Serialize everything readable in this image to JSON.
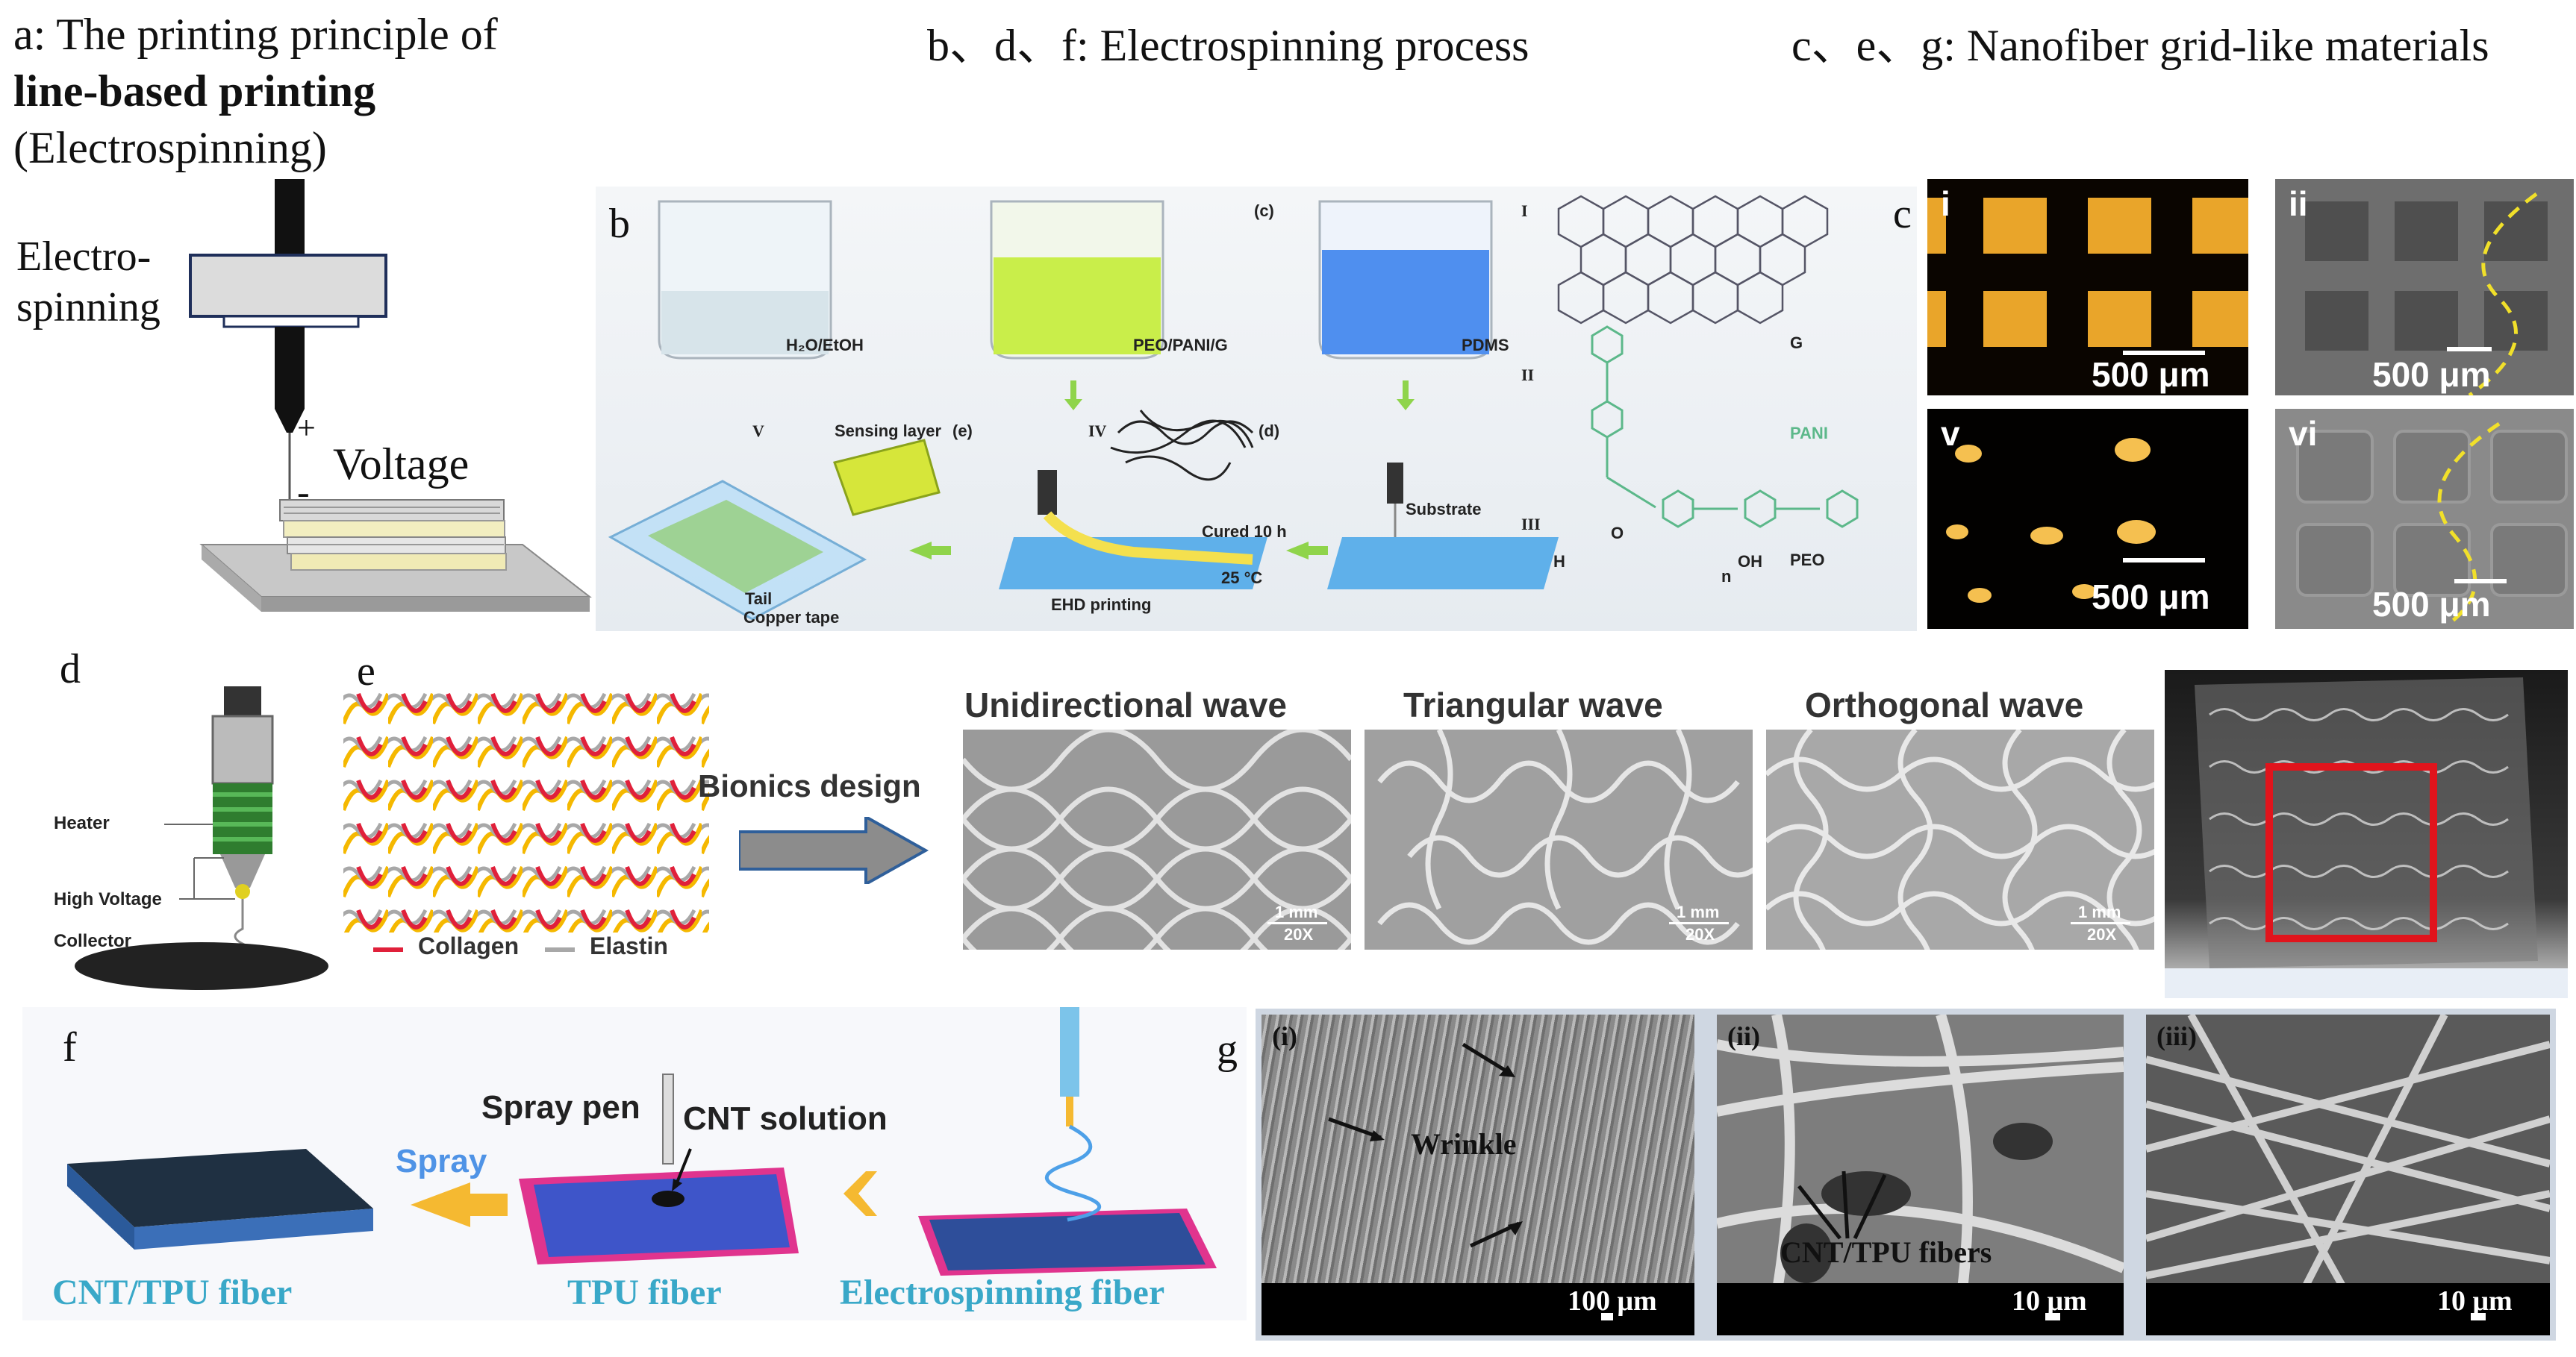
{
  "headers": {
    "a_line1": "a: The printing principle of",
    "a_line2": "line-based printing",
    "a_line3": "(Electrospinning)",
    "bdf": "b、d、f: Electrospinning process",
    "ceg": "c、e、g: Nanofiber grid-like materials"
  },
  "panel_a": {
    "label_electro1": "Electro-",
    "label_electro2": "spinning",
    "plus": "+",
    "minus": "-",
    "voltage": "Voltage"
  },
  "panel_b": {
    "letter": "b",
    "beaker1": "H₂O/EtOH",
    "beaker2": "PEO/PANI/G",
    "beaker3": "PDMS",
    "c_tag": "(c)",
    "roman_I": "I",
    "roman_II": "II",
    "roman_III": "III",
    "roman_IV": "IV",
    "roman_V": "V",
    "g_tag": "G",
    "pani_tag": "PANI",
    "peo_tag": "PEO",
    "formula_H": "H",
    "formula_O": "O",
    "formula_n": "n",
    "formula_OH": "OH",
    "sensing_layer": "Sensing layer",
    "tail": "Tail",
    "copper_tape": "Copper tape",
    "e_tag": "(e)",
    "d_tag": "(d)",
    "cured": "Cured 10 h",
    "temp": "25 °C",
    "substrate": "Substrate",
    "ehd": "EHD printing"
  },
  "panel_c": {
    "letter": "c",
    "label_i": "i",
    "label_ii": "ii",
    "label_v": "v",
    "label_vi": "vi",
    "scale": "500 μm"
  },
  "panel_d": {
    "letter": "d",
    "heater": "Heater",
    "high_voltage": "High Voltage",
    "collector": "Collector"
  },
  "panel_e": {
    "letter": "e",
    "bionics": "Bionics design",
    "legend_collagen": "Collagen",
    "legend_elastin": "Elastin",
    "wave1": "Unidirectional wave",
    "wave2": "Triangular wave",
    "wave3": "Orthogonal wave",
    "scale_mm": "1 mm",
    "scale_mag": "20X",
    "colors": {
      "collagen": "#e0203a",
      "elastin": "#a8a8a8",
      "yellow": "#f5b800",
      "box": "#e0141c"
    }
  },
  "panel_f": {
    "letter": "f",
    "spray_pen": "Spray pen",
    "cnt_solution": "CNT solution",
    "spray": "Spray",
    "cnt_tpu": "CNT/TPU fiber",
    "tpu": "TPU fiber",
    "electrospinning_fiber": "Electrospinning fiber"
  },
  "panel_g": {
    "letter": "g",
    "label_i": "(i)",
    "label_ii": "(ii)",
    "label_iii": "(iii)",
    "wrinkle": "Wrinkle",
    "fibers": "CNT/TPU fibers",
    "scale_100": "100 μm",
    "scale_10": "10 μm"
  }
}
